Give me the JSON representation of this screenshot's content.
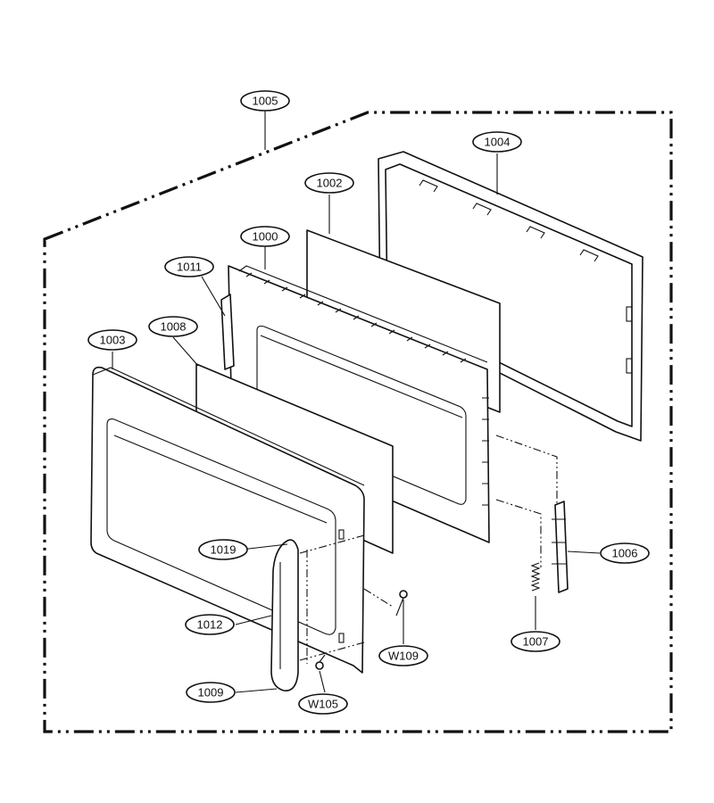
{
  "diagram": {
    "colors": {
      "line": "#111111",
      "background": "#ffffff",
      "highlight_label": "#e0007a"
    },
    "callouts": [
      {
        "id": "1005",
        "label": "1005",
        "highlight": false
      },
      {
        "id": "1004",
        "label": "1004",
        "highlight": false
      },
      {
        "id": "1002",
        "label": "1002",
        "highlight": false
      },
      {
        "id": "1000",
        "label": "1000",
        "highlight": false
      },
      {
        "id": "1011",
        "label": "1011",
        "highlight": true
      },
      {
        "id": "1008",
        "label": "1008",
        "highlight": false
      },
      {
        "id": "1003",
        "label": "1003",
        "highlight": false
      },
      {
        "id": "1019",
        "label": "1019",
        "highlight": false
      },
      {
        "id": "1012",
        "label": "1012",
        "highlight": false
      },
      {
        "id": "1009",
        "label": "1009",
        "highlight": false
      },
      {
        "id": "W105",
        "label": "W105",
        "highlight": false
      },
      {
        "id": "W109",
        "label": "W109",
        "highlight": false
      },
      {
        "id": "1006",
        "label": "1006",
        "highlight": false
      },
      {
        "id": "1007",
        "label": "1007",
        "highlight": false
      }
    ]
  }
}
